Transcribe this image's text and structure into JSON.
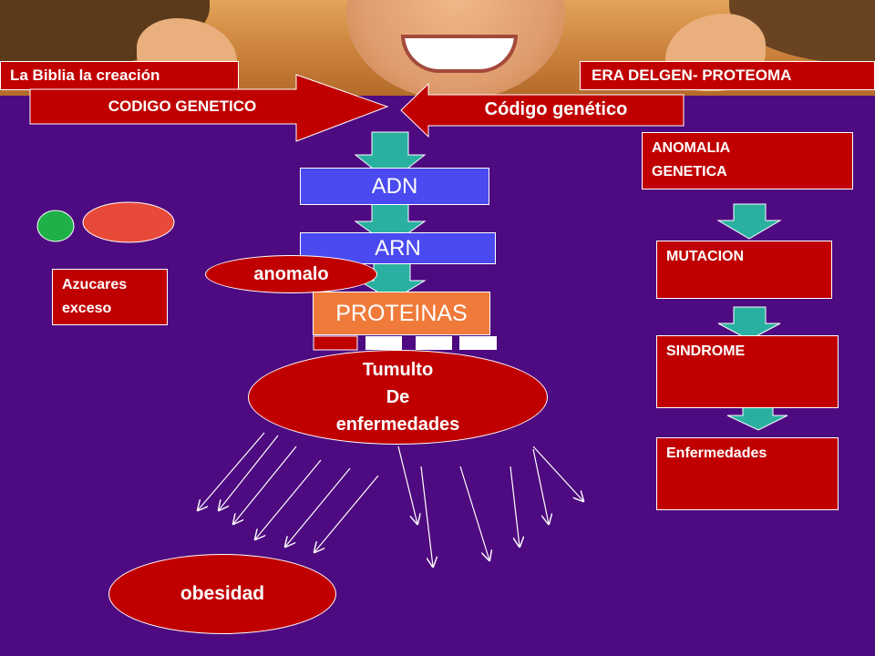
{
  "header": {
    "left_label": "La Biblia la  creación",
    "right_label": "ERA DELGEN- PROTEOMA"
  },
  "arrows_top": {
    "left_label": "CODIGO GENETICO",
    "right_label": "Código genético"
  },
  "center": {
    "adn": "ADN",
    "arn": "ARN",
    "anomalo": "anomalo",
    "proteinas": "PROTEINAS",
    "tumulto": [
      "Tumulto",
      "De",
      "enfermedades"
    ]
  },
  "left": {
    "azucares": [
      "Azucares",
      "exceso"
    ],
    "obesidad": "obesidad"
  },
  "right": {
    "anomalia": [
      "ANOMALIA",
      "GENETICA"
    ],
    "mutacion": "MUTACION",
    "sindrome": "SINDROME",
    "enfermedades": "Enfermedades"
  },
  "colors": {
    "background": "#4e0a80",
    "red": "#c00000",
    "blue": "#4a4af0",
    "teal": "#2ab0a0",
    "orange": "#f07a3a",
    "green": "#1fb04a",
    "salmon": "#e84a3a"
  }
}
